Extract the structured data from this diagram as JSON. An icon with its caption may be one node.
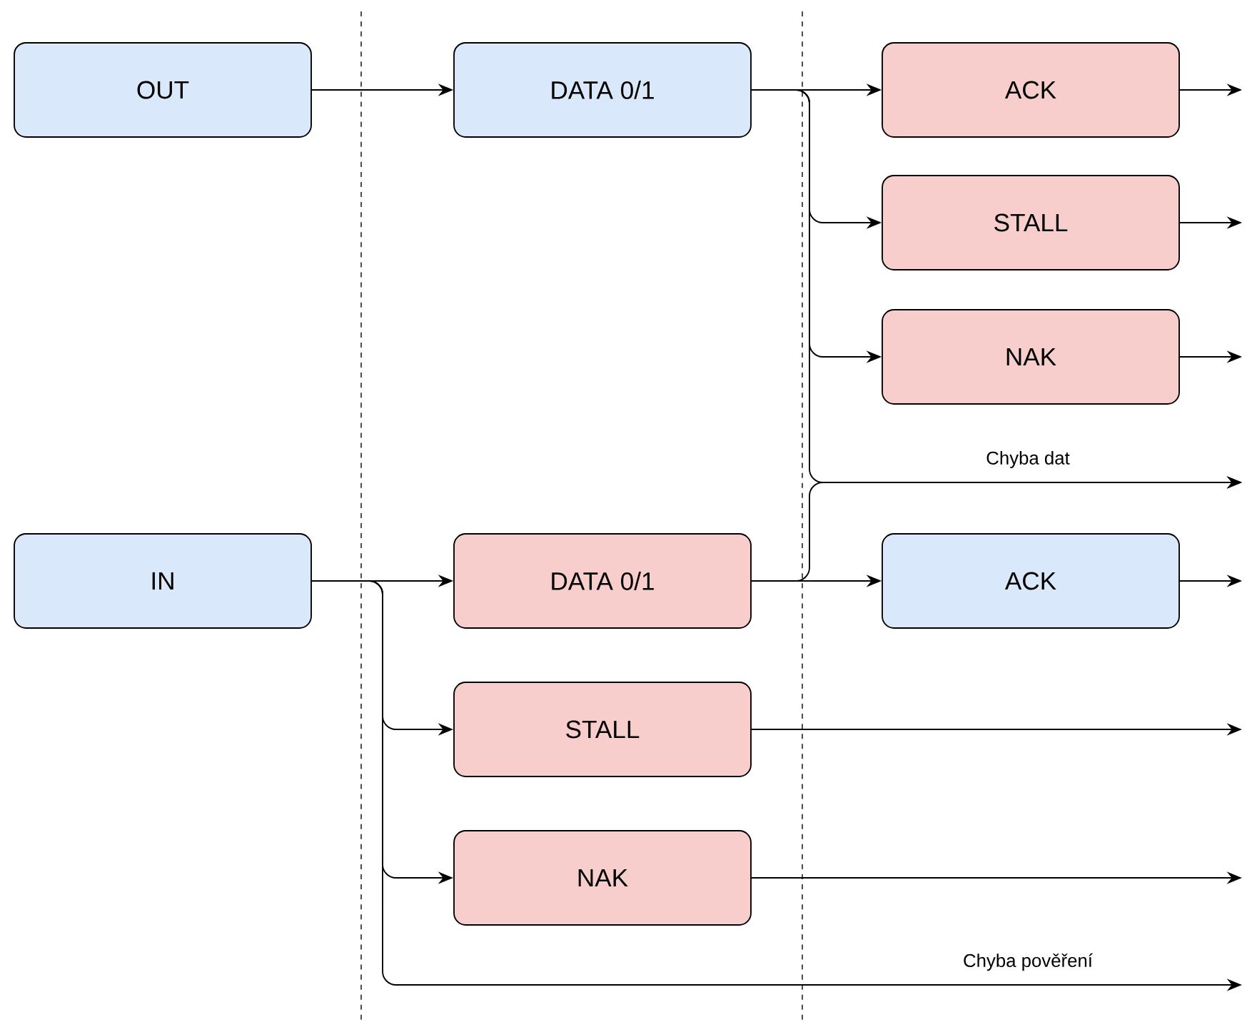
{
  "diagram": {
    "nodes": [
      {
        "text": [
          "OUT"
        ]
      },
      {
        "text": [
          "DATA 0/1"
        ]
      },
      {
        "text": [
          "ACK"
        ]
      },
      {
        "text": [
          "STALL"
        ]
      },
      {
        "text": [
          "NAK"
        ]
      },
      {
        "text": [
          "IN"
        ]
      },
      {
        "text": [
          "DATA 0/1"
        ]
      },
      {
        "text": [
          "ACK"
        ]
      },
      {
        "text": [
          "STALL"
        ]
      },
      {
        "text": [
          "NAK"
        ]
      }
    ],
    "edges": [
      {
        "from": 0,
        "to": 1,
        "arrow": "to"
      },
      {
        "from": 1,
        "to": 2,
        "arrow": "to"
      },
      {
        "from": 1,
        "to": 3,
        "arrow": "to"
      },
      {
        "from": 1,
        "to": 4,
        "arrow": "to"
      },
      {
        "from": 1,
        "to": null,
        "arrow": "to",
        "label": "Chyba dat"
      },
      {
        "from": 6,
        "to": null,
        "arrow": "to"
      },
      {
        "from": 2,
        "to": null,
        "arrow": "to"
      },
      {
        "from": 3,
        "to": null,
        "arrow": "to"
      },
      {
        "from": 4,
        "to": null,
        "arrow": "to"
      },
      {
        "from": 5,
        "to": 6,
        "arrow": "to"
      },
      {
        "from": 6,
        "to": 7,
        "arrow": "to"
      },
      {
        "from": 7,
        "to": null,
        "arrow": "to"
      },
      {
        "from": 5,
        "to": 8,
        "arrow": "to"
      },
      {
        "from": 5,
        "to": 9,
        "arrow": "to"
      },
      {
        "from": 5,
        "to": null,
        "arrow": "to",
        "label": "Chyba pověření"
      },
      {
        "from": 8,
        "to": null,
        "arrow": "to"
      },
      {
        "from": 9,
        "to": null,
        "arrow": "to"
      }
    ]
  }
}
